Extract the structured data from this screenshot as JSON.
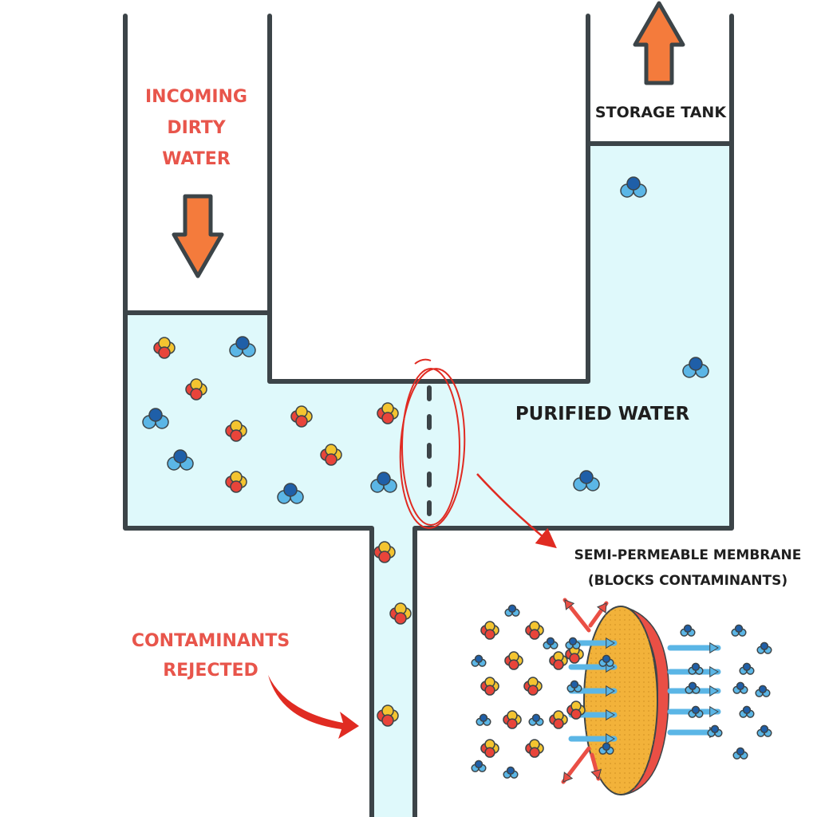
{
  "labels": {
    "incoming_line1": "INCOMING",
    "incoming_line2": "DIRTY",
    "incoming_line3": "WATER",
    "storage_tank": "STORAGE TANK",
    "purified_water": "PURIFIED WATER",
    "membrane_line1": "SEMI-PERMEABLE MEMBRANE",
    "membrane_line2": "(BLOCKS CONTAMINANTS)",
    "rejected_line1": "CONTAMINANTS",
    "rejected_line2": "REJECTED"
  },
  "colors": {
    "water": "#dff9fb",
    "outline": "#3c4448",
    "arrow_fill": "#f47b3c",
    "label_red": "#e8554b",
    "highlight_red": "#e02b22",
    "contaminant_red": "#e8443a",
    "contaminant_yellow": "#f4c430",
    "water_dark": "#1f5fa8",
    "water_light": "#5bb6e6",
    "membrane_face": "#f2b23a",
    "membrane_rim": "#ea4f45"
  },
  "icons": {
    "flow_in": "down-arrow-icon",
    "flow_out": "up-arrow-icon",
    "contaminant": "contaminant-molecule-icon",
    "water": "water-molecule-icon",
    "membrane": "membrane-disc-icon"
  }
}
